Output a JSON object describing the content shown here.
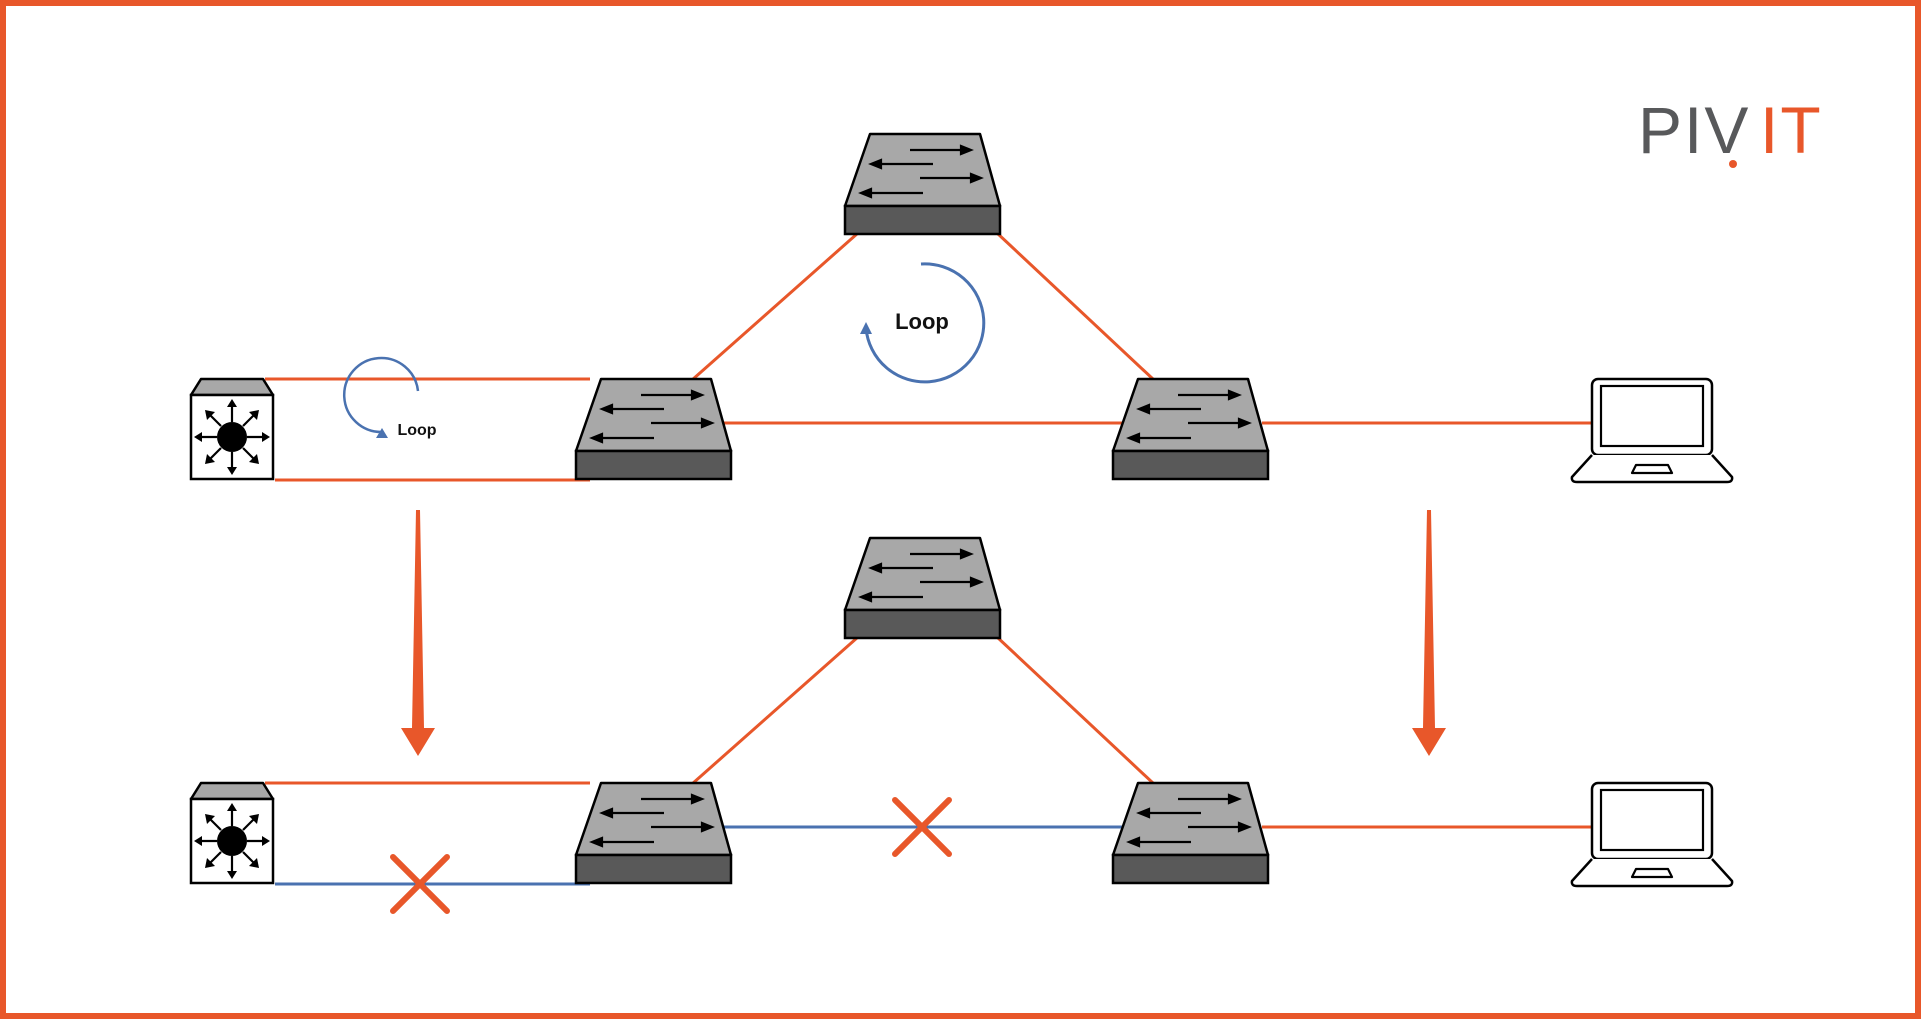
{
  "brand": {
    "logo_prefix": "PIV",
    "logo_suffix": "IT",
    "logo_full": "PIVIT"
  },
  "labels": {
    "loop_small": "Loop",
    "loop_large": "Loop"
  },
  "colors": {
    "frame": "#e8572a",
    "active_link": "#e8572a",
    "blocked_link": "#4a72b0",
    "loop_arrow": "#4a72b0",
    "block_mark": "#e8572a",
    "switch_top": "#a8a8a8",
    "switch_base": "#595959",
    "logo_gray": "#58595b",
    "logo_orange": "#e8572a"
  },
  "diagram": {
    "panels": [
      {
        "name": "before-stp",
        "state": "loops present"
      },
      {
        "name": "after-stp",
        "state": "redundant links blocked"
      }
    ],
    "icons": [
      "multilayer-switch-icon",
      "switch-icon",
      "laptop-icon"
    ]
  }
}
